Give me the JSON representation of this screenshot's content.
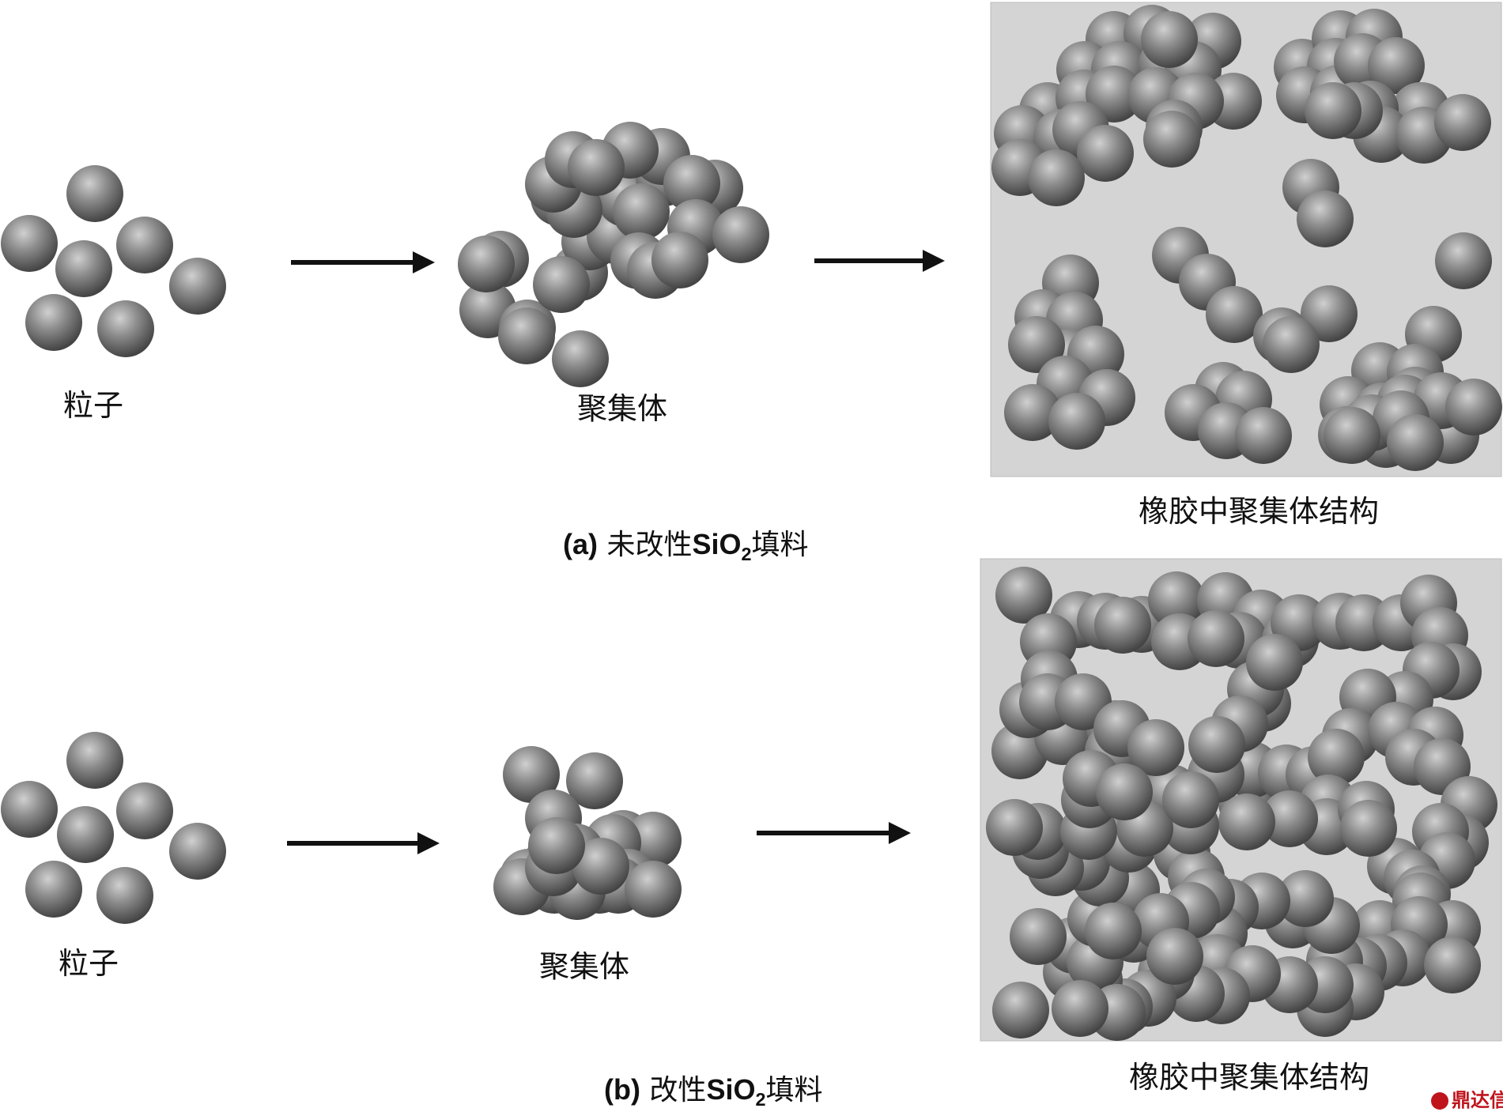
{
  "labels": {
    "a_particles": "粒子",
    "a_aggregate": "聚集体",
    "a_structure": "橡胶中聚集体结构",
    "b_particles": "粒子",
    "b_aggregate": "聚集体",
    "b_structure": "橡胶中聚集体结构"
  },
  "captions": {
    "a_tag": "(a)",
    "a_text1": "未改性",
    "a_chem": "SiO",
    "a_sub": "2",
    "a_text2": "填料",
    "b_tag": "(b)",
    "b_text1": "改性",
    "b_chem": "SiO",
    "b_sub": "2",
    "b_text2": "填料"
  },
  "watermark": {
    "text": "鼎达信"
  },
  "colors": {
    "sphere_light": "#cfcfcf",
    "sphere_mid": "#8a8a8a",
    "sphere_dark": "#454545",
    "panel_bg": "#d4d4d4",
    "arrow": "#111111",
    "watermark": "#c0141c"
  }
}
